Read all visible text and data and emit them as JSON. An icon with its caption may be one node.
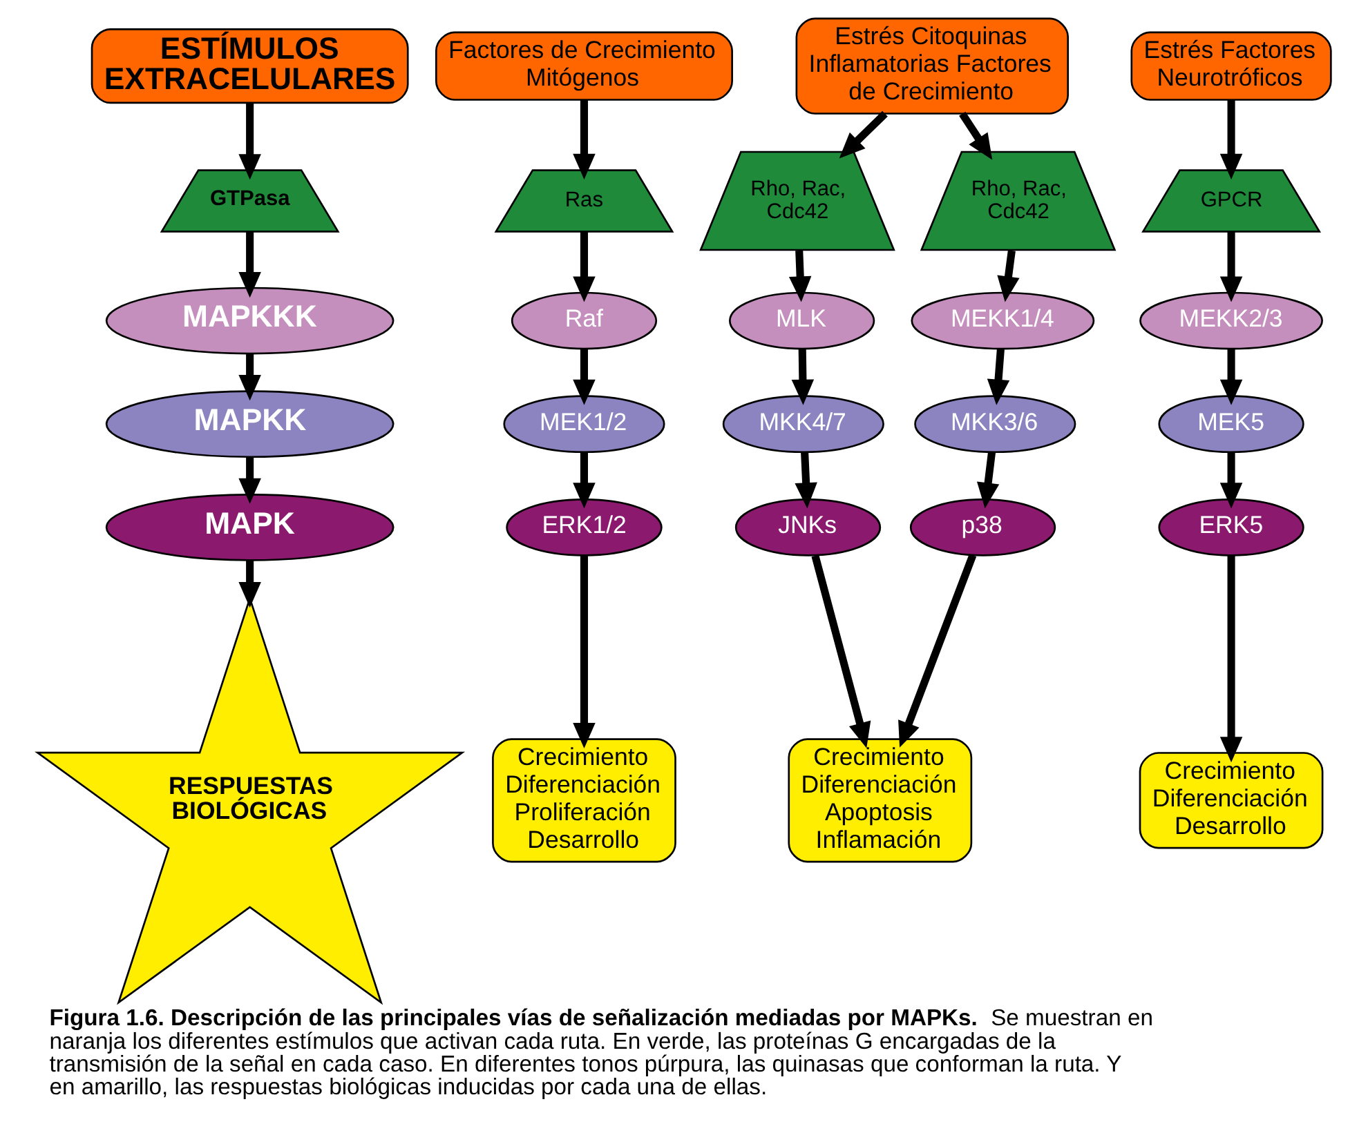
{
  "diagram": {
    "caption": "**Figura 1.6. Descripción de las principales vías de señalización mediadas por MAPKs.** Se muestran en naranja los diferentes estímulos que activan cada ruta. En verde, las proteínas G encargadas de la transmisión de la señal en cada caso. En diferentes tonos púrpura, las quinasas que conforman la ruta. Y en amarillo, las respuestas biológicas inducidas por cada una de ellas.",
    "nodes": [
      {
        "text": [
          "ESTÍMULOS EXTRACELULARES"
        ]
      },
      {
        "text": [
          "GTPasa"
        ]
      },
      {
        "text": [
          "MAPKKK"
        ]
      },
      {
        "text": [
          "MAPKK"
        ]
      },
      {
        "text": [
          "MAPK"
        ]
      },
      {
        "text": [
          "RESPUESTAS BIOLÓGICAS"
        ]
      },
      {
        "text": [
          "Factores de Crecimiento Mitógenos"
        ]
      },
      {
        "text": [
          "Estrés Citoquinas Inflamatorias Factores de Crecimiento"
        ]
      },
      {
        "text": [
          "Estrés Factores Neurotróficos"
        ]
      },
      {
        "text": [
          "Ras"
        ]
      },
      {
        "text": [
          "Rho, Rac, Cdc42"
        ]
      },
      {
        "text": [
          "Rho, Rac, Cdc42"
        ]
      },
      {
        "text": [
          "GPCR"
        ]
      },
      {
        "text": [
          "Raf"
        ]
      },
      {
        "text": [
          "MLK"
        ]
      },
      {
        "text": [
          "MEKK1/4"
        ]
      },
      {
        "text": [
          "MEKK2/3"
        ]
      },
      {
        "text": [
          "MEK1/2"
        ]
      },
      {
        "text": [
          "MKK4/7"
        ]
      },
      {
        "text": [
          "MKK3/6"
        ]
      },
      {
        "text": [
          "MEK5"
        ]
      },
      {
        "text": [
          "ERK1/2"
        ]
      },
      {
        "text": [
          "JNKs"
        ]
      },
      {
        "text": [
          "p38"
        ]
      },
      {
        "text": [
          "ERK5"
        ]
      },
      {
        "text": [
          "Crecimiento Diferenciación Proliferación Desarrollo"
        ]
      },
      {
        "text": [
          "Crecimiento Diferenciación Apoptosis Inflamación"
        ]
      },
      {
        "text": [
          "Crecimiento Diferenciación Desarrollo"
        ]
      }
    ],
    "edges": [
      {
        "from": 0,
        "to": 1,
        "arrow": "to"
      },
      {
        "from": 1,
        "to": 2,
        "arrow": "to"
      },
      {
        "from": 2,
        "to": 3,
        "arrow": "to"
      },
      {
        "from": 3,
        "to": 4,
        "arrow": "to"
      },
      {
        "from": 4,
        "to": 5,
        "arrow": "to"
      },
      {
        "from": 6,
        "to": 9,
        "arrow": "to"
      },
      {
        "from": 7,
        "to": 10,
        "arrow": "to"
      },
      {
        "from": 7,
        "to": 11,
        "arrow": "to"
      },
      {
        "from": 8,
        "to": 12,
        "arrow": "to"
      },
      {
        "from": 9,
        "to": 13,
        "arrow": "to"
      },
      {
        "from": 10,
        "to": 14,
        "arrow": "to"
      },
      {
        "from": 11,
        "to": 15,
        "arrow": "to"
      },
      {
        "from": 12,
        "to": 16,
        "arrow": "to"
      },
      {
        "from": 13,
        "to": 17,
        "arrow": "to"
      },
      {
        "from": 14,
        "to": 18,
        "arrow": "to"
      },
      {
        "from": 15,
        "to": 19,
        "arrow": "to"
      },
      {
        "from": 16,
        "to": 20,
        "arrow": "to"
      },
      {
        "from": 17,
        "to": 21,
        "arrow": "to"
      },
      {
        "from": 18,
        "to": 22,
        "arrow": "to"
      },
      {
        "from": 19,
        "to": 23,
        "arrow": "to"
      },
      {
        "from": 20,
        "to": 24,
        "arrow": "to"
      },
      {
        "from": 21,
        "to": 25,
        "arrow": "to"
      },
      {
        "from": 22,
        "to": 26,
        "arrow": "to"
      },
      {
        "from": 23,
        "to": 26,
        "arrow": "to"
      },
      {
        "from": 24,
        "to": 27,
        "arrow": "to"
      }
    ]
  }
}
